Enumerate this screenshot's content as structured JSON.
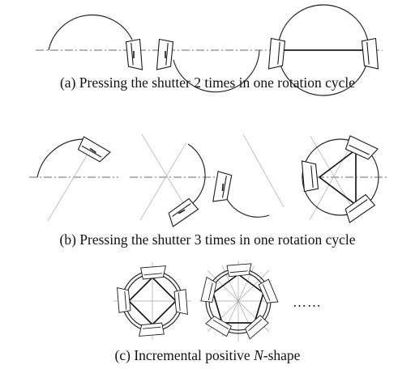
{
  "captions": {
    "a": "(a) Pressing the shutter 2 times in one rotation cycle",
    "b": "(b) Pressing the shutter 3 times in one rotation cycle",
    "c_prefix": "(c) Incremental positive ",
    "c_italic": "N",
    "c_suffix": "-shape"
  },
  "ellipsis": "……"
}
